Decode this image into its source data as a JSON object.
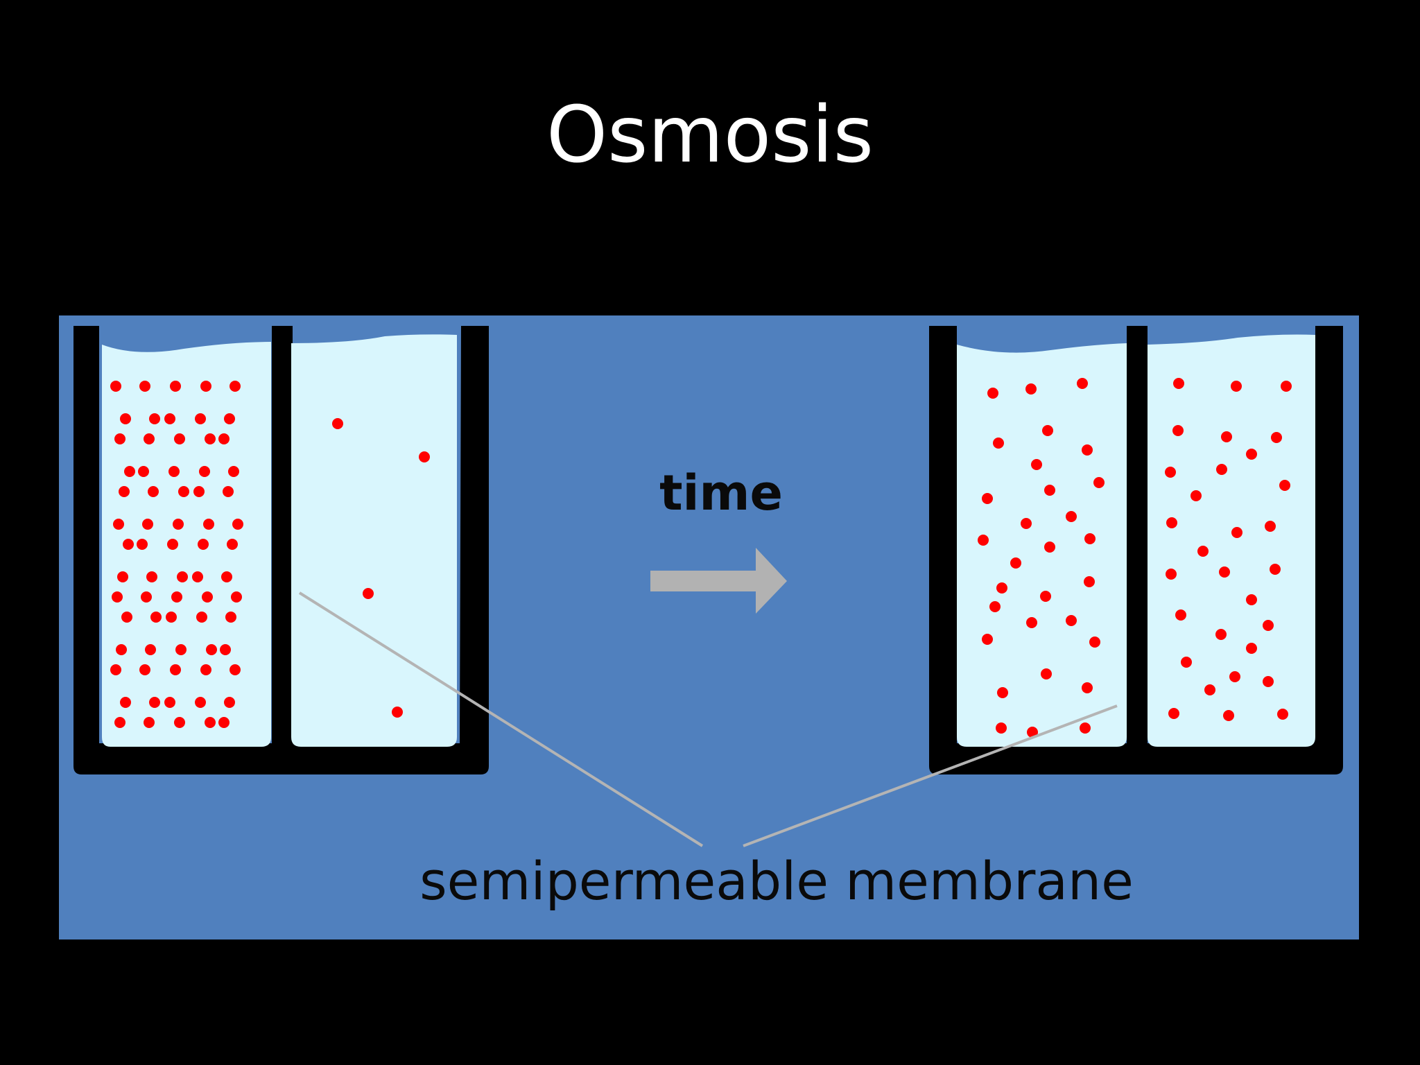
{
  "title": "Osmosis",
  "diagram": {
    "time_label": "time",
    "membrane_label": "semipermeable membrane",
    "colors": {
      "panel_background": "#5080be",
      "solution": "#d9f6fd",
      "container": "#000000",
      "solute_particle": "#ff0000",
      "arrow": "#b2b2b2",
      "pointer_line": "#b4b4b4",
      "label_text": "#0a0a0a"
    },
    "before_state": {
      "left_compartment_particles": 70,
      "right_compartment_particles": 4
    },
    "after_state": {
      "left_compartment_particles": 30,
      "right_compartment_particles": 30
    }
  }
}
